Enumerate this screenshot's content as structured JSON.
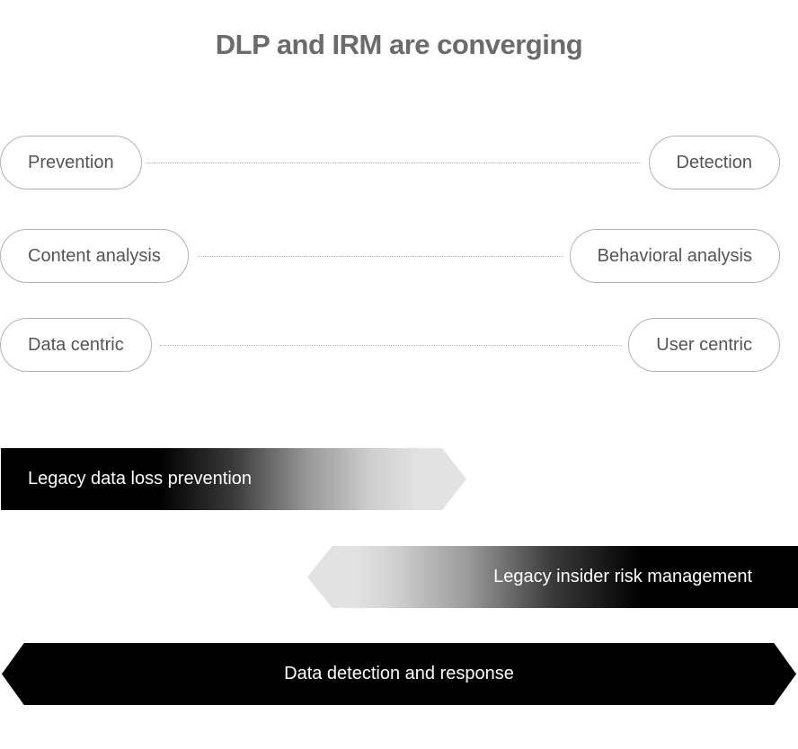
{
  "title": "DLP and IRM are converging",
  "spectrum": [
    {
      "left": "Prevention",
      "right": "Detection"
    },
    {
      "left": "Content analysis",
      "right": "Behavioral analysis"
    },
    {
      "left": "Data centric",
      "right": "User centric"
    }
  ],
  "arrows": {
    "dlp": "Legacy data loss prevention",
    "irm": "Legacy insider risk management",
    "ddr": "Data detection and response"
  }
}
